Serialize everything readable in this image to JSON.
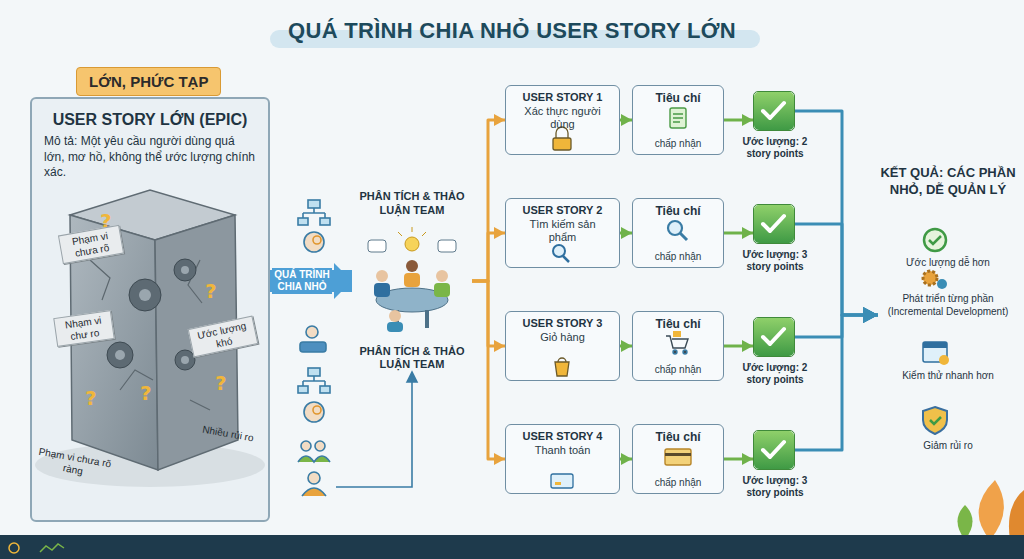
{
  "diagram": {
    "title": "QUÁ TRÌNH CHIA NHỎ USER STORY LỚN",
    "nodes": [
      {
        "text": [
          "LỚN, PHỨC TẠP",
          "USER STORY LỚN (EPIC)",
          "Mô tả: Một yêu cầu người dùng quá lớn, mơ hồ, không thể ước lượng chính xác."
        ]
      },
      {
        "text": [
          "PHÂN TÍCH & THẢO LUẬN TEAM",
          "PHÂN TÍCH & THẢO LUẬN TEAM"
        ]
      },
      {
        "text": [
          "USER STORY 1",
          "Xác thực người dùng"
        ]
      },
      {
        "text": [
          "USER STORY 2",
          "Tìm kiếm sản phẩm"
        ]
      },
      {
        "text": [
          "USER STORY 3",
          "Giỏ hàng"
        ]
      },
      {
        "text": [
          "USER STORY 4",
          "Thanh toán"
        ]
      },
      {
        "text": [
          "Tiêu chí",
          "chấp nhận"
        ]
      },
      {
        "text": [
          "Tiêu chí",
          "chấp nhận"
        ]
      },
      {
        "text": [
          "Tiêu chí",
          "chấp nhận"
        ]
      },
      {
        "text": [
          "Tiêu chí",
          "chấp nhận"
        ]
      },
      {
        "text": [
          "Ước lượng: 2 story points"
        ]
      },
      {
        "text": [
          "Ước lượng: 3 story points"
        ]
      },
      {
        "text": [
          "Ước lượng: 2 story points"
        ]
      },
      {
        "text": [
          "Ước lượng: 3 story points"
        ]
      },
      {
        "text": [
          "KẾT QUẢ: CÁC PHẦN NHỎ, DỄ QUẢN LÝ",
          "Ước lượng dễ hơn",
          "Phát triển từng phần (Incremental Development)",
          "Kiểm thử nhanh hơn",
          "Giảm rủi ro"
        ]
      }
    ],
    "edges": [
      {
        "from": 0,
        "to": 1,
        "label": "QUÁ TRÌNH CHIA NHỎ",
        "arrow": "to"
      },
      {
        "from": 1,
        "to": 2,
        "arrow": "to"
      },
      {
        "from": 1,
        "to": 3,
        "arrow": "to"
      },
      {
        "from": 1,
        "to": 4,
        "arrow": "to"
      },
      {
        "from": 1,
        "to": 5,
        "arrow": "to"
      },
      {
        "from": 2,
        "to": 6,
        "arrow": "to"
      },
      {
        "from": 3,
        "to": 7,
        "arrow": "to"
      },
      {
        "from": 4,
        "to": 8,
        "arrow": "to"
      },
      {
        "from": 5,
        "to": 9,
        "arrow": "to"
      },
      {
        "from": 6,
        "to": 10,
        "arrow": "to"
      },
      {
        "from": 7,
        "to": 11,
        "arrow": "to"
      },
      {
        "from": 8,
        "to": 12,
        "arrow": "to"
      },
      {
        "from": 9,
        "to": 13,
        "arrow": "to"
      },
      {
        "from": 10,
        "to": 14,
        "arrow": "to"
      },
      {
        "from": 11,
        "to": 14,
        "arrow": "to"
      },
      {
        "from": 12,
        "to": 14,
        "arrow": "to"
      },
      {
        "from": 13,
        "to": 14,
        "arrow": "to"
      }
    ],
    "labels": [
      "Phạm vi chưa rõ",
      "Nhạm vi chư ro",
      "Ước lượng khó",
      "Phạm vi chưa rõ ràng",
      "Nhiều rủi ro"
    ]
  }
}
